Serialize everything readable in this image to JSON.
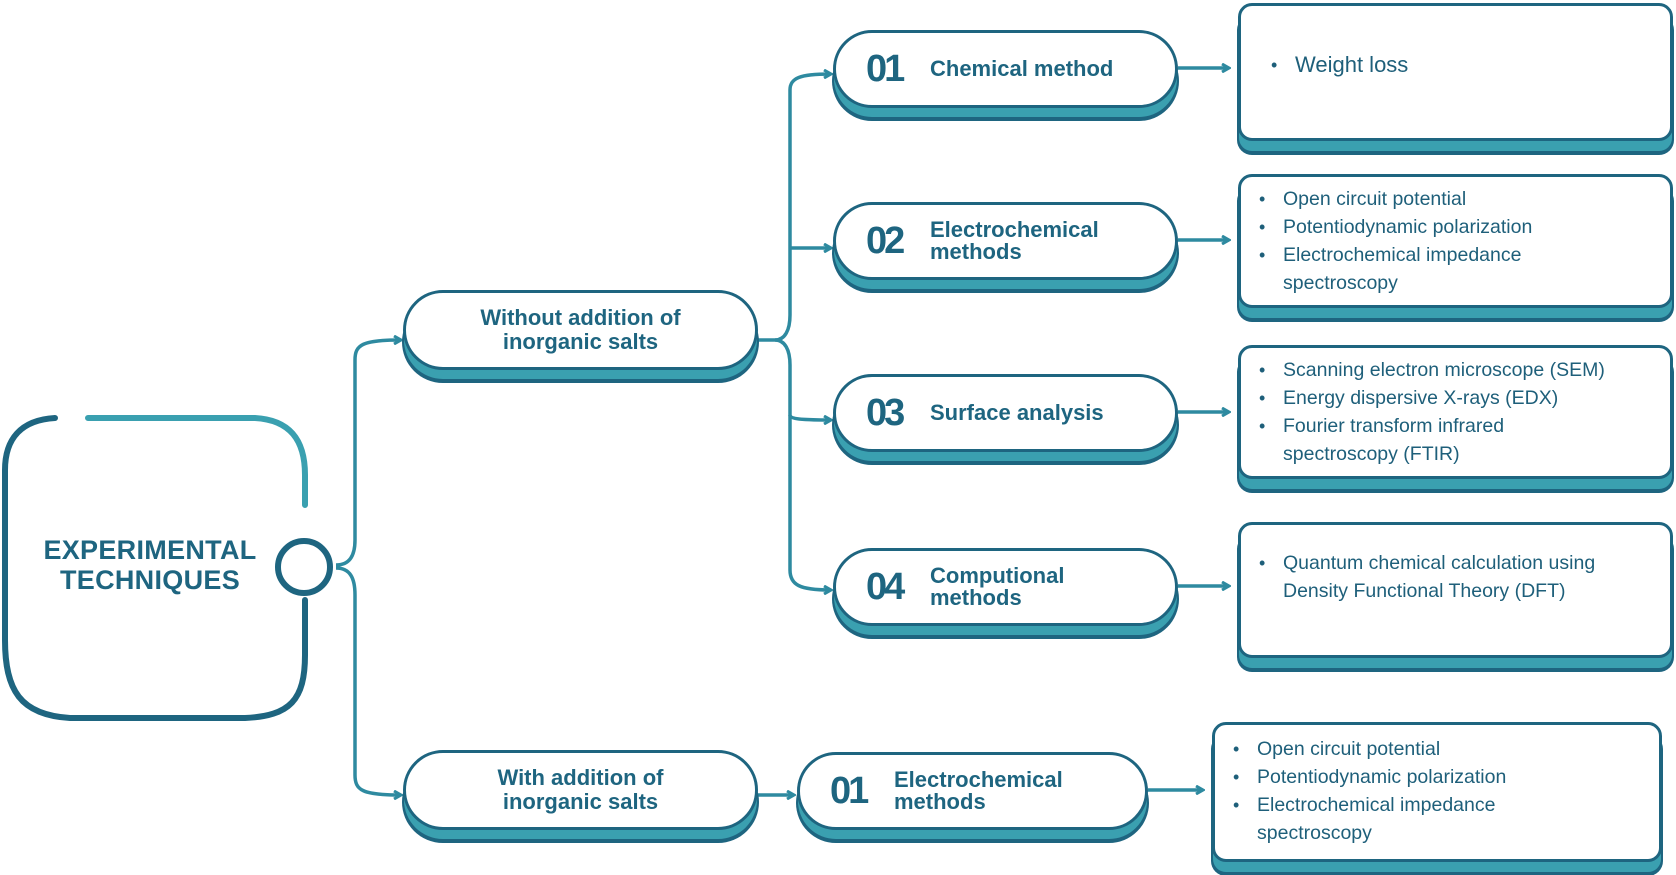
{
  "root": {
    "title": "EXPERIMENTAL TECHNIQUES"
  },
  "branches": {
    "without": {
      "label": "Without addition of inorganic salts"
    },
    "with": {
      "label": "With addition of inorganic salts"
    }
  },
  "methods_without": [
    {
      "num": "01",
      "label": "Chemical method",
      "items": [
        "Weight loss"
      ]
    },
    {
      "num": "02",
      "label": "Electrochemical methods",
      "items": [
        "Open circuit potential",
        "Potentiodynamic polarization",
        "Electrochemical impedance spectroscopy"
      ]
    },
    {
      "num": "03",
      "label": "Surface analysis",
      "items": [
        "Scanning electron microscope (SEM)",
        "Energy dispersive X-rays (EDX)",
        "Fourier transform infrared spectroscopy (FTIR)"
      ]
    },
    {
      "num": "04",
      "label": "Computional methods",
      "items": [
        "Quantum chemical calculation using Density Functional Theory (DFT)"
      ]
    }
  ],
  "methods_with": [
    {
      "num": "01",
      "label": "Electrochemical methods",
      "items": [
        "Open circuit potential",
        "Potentiodynamic polarization",
        "Electrochemical impedance spectroscopy"
      ]
    }
  ],
  "colors": {
    "dark": "#1e6580",
    "teal": "#3aa0b0",
    "light": "#5fbcc8"
  }
}
